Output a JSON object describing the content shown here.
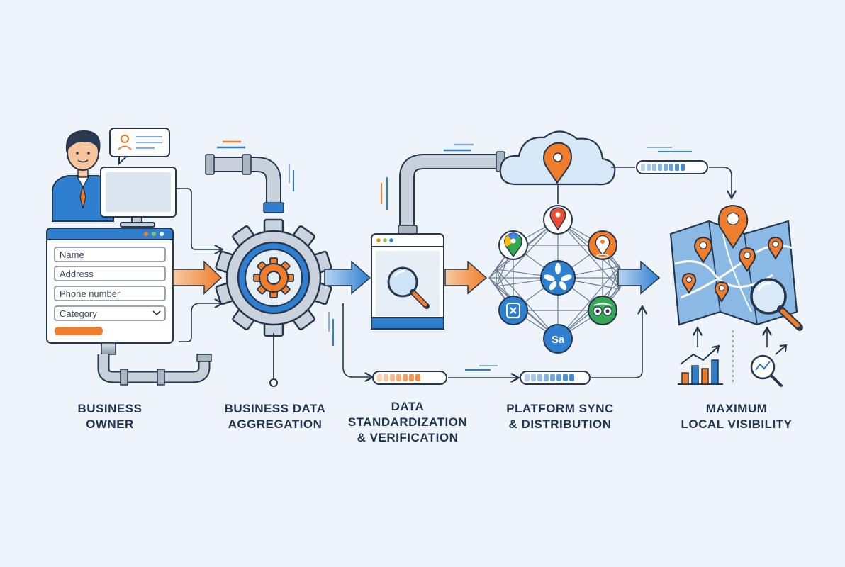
{
  "stages": [
    {
      "lines": [
        "BUSINESS",
        "OWNER"
      ]
    },
    {
      "lines": [
        "BUSINESS DATA",
        "AGGREGATION"
      ]
    },
    {
      "lines": [
        "DATA",
        "STANDARDIZATION",
        "& VERIFICATION"
      ]
    },
    {
      "lines": [
        "PLATFORM SYNC",
        "& DISTRIBUTION"
      ]
    },
    {
      "lines": [
        "MAXIMUM",
        "LOCAL VISIBILITY"
      ]
    }
  ],
  "form": {
    "fields": [
      "Name",
      "Address",
      "Phone number",
      "Category"
    ]
  },
  "platforms": {
    "badge_text": "Sa"
  },
  "colors": {
    "background": "#eef4fa",
    "primary_blue": "#2f7fd1",
    "accent_orange": "#f07d2b",
    "outline": "#25364d",
    "text_dark": "#1f3450"
  },
  "icons": [
    "person-icon",
    "monitor-icon",
    "profile-card-icon",
    "pipe-icon",
    "gear-icon",
    "magnifier-icon",
    "cloud-icon",
    "map-pin-icon",
    "google-maps-icon",
    "yelp-icon",
    "tripadvisor-icon",
    "waze-icon",
    "map-icon",
    "bar-chart-icon",
    "trend-magnifier-icon"
  ]
}
